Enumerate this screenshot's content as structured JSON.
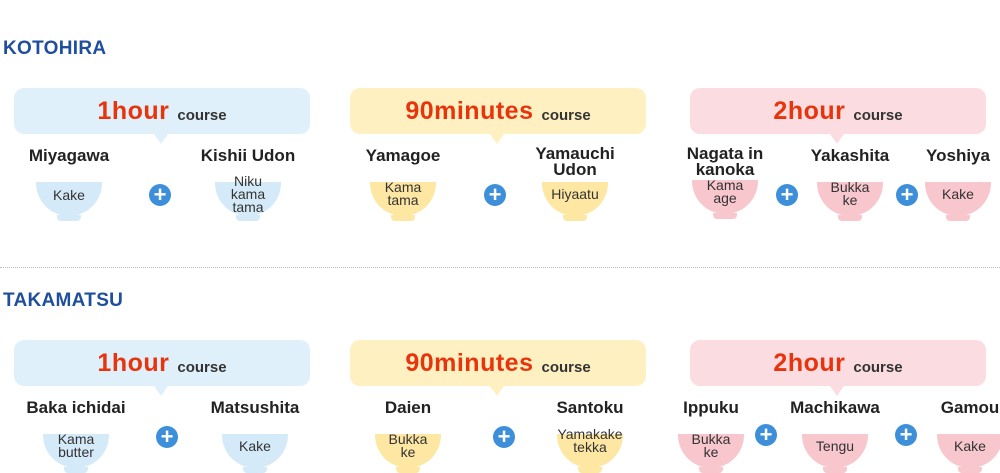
{
  "areas": [
    {
      "title": "KOTOHIRA",
      "courses": [
        {
          "duration": "1hour",
          "course_label": "course",
          "color": "#e0f0fb",
          "shops": [
            {
              "name": "Miyagawa",
              "noodle": "Kake"
            },
            {
              "name": "Kishii Udon",
              "noodle": "Niku\nkama\ntama"
            }
          ]
        },
        {
          "duration": "90minutes",
          "course_label": "course",
          "color": "#fff0c2",
          "shops": [
            {
              "name": "Yamagoe",
              "noodle": "Kama\ntama"
            },
            {
              "name": "Yamauchi\nUdon",
              "noodle": "Hiyaatu"
            }
          ]
        },
        {
          "duration": "2hour",
          "course_label": "course",
          "color": "#fbdde1",
          "shops": [
            {
              "name": "Nagata in\nkanoka",
              "noodle": "Kama\nage"
            },
            {
              "name": "Yakashita",
              "noodle": "Bukka\nke"
            },
            {
              "name": "Yoshiya",
              "noodle": "Kake"
            }
          ]
        }
      ]
    },
    {
      "title": "TAKAMATSU",
      "courses": [
        {
          "duration": "1hour",
          "course_label": "course",
          "color": "#e0f0fb",
          "shops": [
            {
              "name": "Baka ichidai",
              "noodle": "Kama\nbutter"
            },
            {
              "name": "Matsushita",
              "noodle": "Kake"
            }
          ]
        },
        {
          "duration": "90minutes",
          "course_label": "course",
          "color": "#fff0c2",
          "shops": [
            {
              "name": "Daien",
              "noodle": "Bukka\nke"
            },
            {
              "name": "Santoku",
              "noodle": "Yamakake\ntekka"
            }
          ]
        },
        {
          "duration": "2hour",
          "course_label": "course",
          "color": "#fbdde1",
          "shops": [
            {
              "name": "Ippuku",
              "noodle": "Bukka\nke"
            },
            {
              "name": "Machikawa",
              "noodle": "Tengu"
            },
            {
              "name": "Gamou",
              "noodle": "Kake"
            }
          ]
        }
      ]
    }
  ],
  "colors": {
    "title": "#1f4e9c",
    "duration": "#e8340c",
    "plus": "#3d8fd9"
  },
  "icons": {
    "plus": "plus-circle-icon",
    "bowl": "udon-bowl-icon"
  }
}
